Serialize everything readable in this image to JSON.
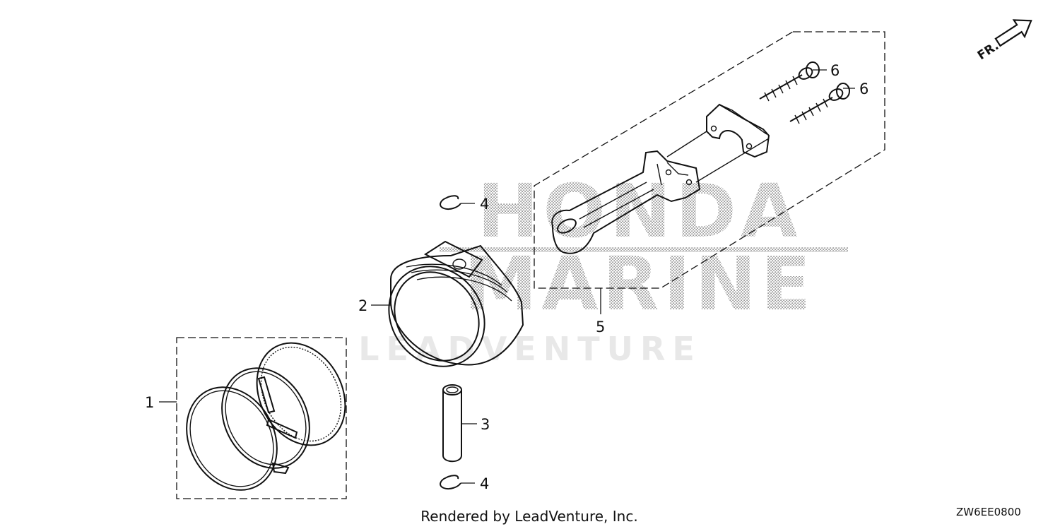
{
  "watermark": {
    "brand_line1": "HONDA",
    "brand_line2": "MARINE",
    "sub_line": "LEADVENTURE"
  },
  "direction_label": "FR.",
  "callouts": {
    "piston_rings": "1",
    "piston": "2",
    "piston_pin": "3",
    "clip_top": "4",
    "clip_bottom": "4",
    "connecting_rod": "5",
    "bolt_upper": "6",
    "bolt_lower": "6"
  },
  "footer": {
    "credit": "Rendered by LeadVenture, Inc.",
    "diagram_code": "ZW6EE0800"
  },
  "colors": {
    "line": "#111111",
    "watermark_dots": "#9a9a9a",
    "watermark_light": "#e8e8e8",
    "background": "#ffffff"
  }
}
